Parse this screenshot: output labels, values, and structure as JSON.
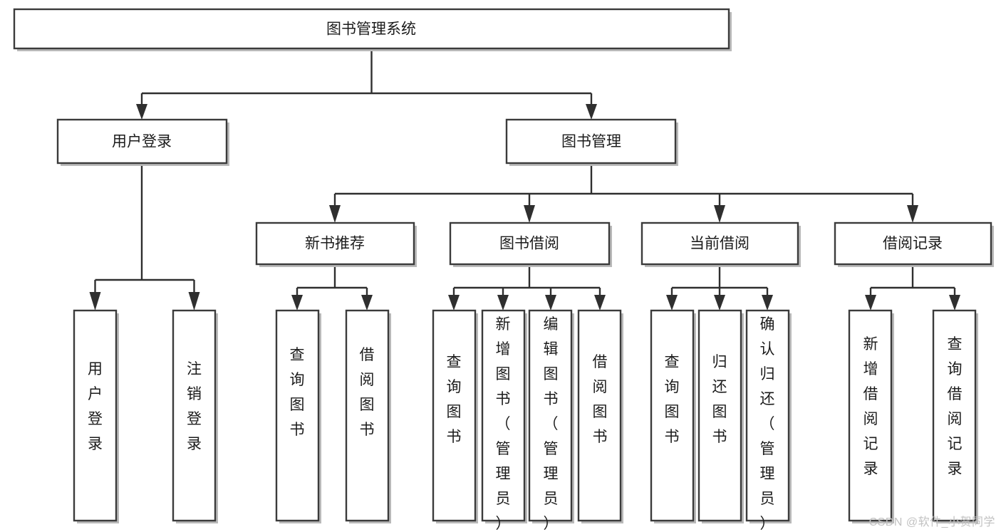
{
  "diagram": {
    "type": "tree-hierarchy",
    "title": "图书管理系统",
    "watermark": "CSDN @软件_小贺同学",
    "colors": {
      "box_stroke": "#3b3b3b",
      "box_fill": "#ffffff",
      "connector": "#2f2f2f",
      "text": "#1b1b1b",
      "watermark": "#c2c2c2",
      "background": "#ffffff"
    },
    "levels": [
      {
        "level": 1,
        "nodes": [
          {
            "id": "root",
            "label": "图书管理系统",
            "orientation": "horizontal"
          }
        ]
      },
      {
        "level": 2,
        "nodes": [
          {
            "id": "user-login",
            "label": "用户登录",
            "orientation": "horizontal",
            "parent": "root"
          },
          {
            "id": "book-manage",
            "label": "图书管理",
            "orientation": "horizontal",
            "parent": "root"
          }
        ]
      },
      {
        "level": 3,
        "nodes": [
          {
            "id": "new-book-recommend",
            "label": "新书推荐",
            "orientation": "horizontal",
            "parent": "book-manage"
          },
          {
            "id": "book-borrow",
            "label": "图书借阅",
            "orientation": "horizontal",
            "parent": "book-manage"
          },
          {
            "id": "current-borrow",
            "label": "当前借阅",
            "orientation": "horizontal",
            "parent": "book-manage"
          },
          {
            "id": "borrow-record",
            "label": "借阅记录",
            "orientation": "horizontal",
            "parent": "book-manage"
          }
        ]
      },
      {
        "level": 4,
        "nodes": [
          {
            "id": "leaf-user-login",
            "label": "用户登录",
            "orientation": "vertical",
            "parent": "user-login",
            "align": "bottom"
          },
          {
            "id": "leaf-logout-login",
            "label": "注销登录",
            "orientation": "vertical",
            "parent": "user-login",
            "align": "bottom"
          },
          {
            "id": "leaf-query-book-1",
            "label": "查询图书",
            "orientation": "vertical",
            "parent": "new-book-recommend",
            "align": "middle"
          },
          {
            "id": "leaf-borrow-book-1",
            "label": "借阅图书",
            "orientation": "vertical",
            "parent": "new-book-recommend",
            "align": "middle"
          },
          {
            "id": "leaf-query-book-2",
            "label": "查询图书",
            "orientation": "vertical",
            "parent": "book-borrow",
            "align": "middle"
          },
          {
            "id": "leaf-add-book",
            "label": "新增图书（管理员）",
            "orientation": "vertical",
            "parent": "book-borrow",
            "align": "top"
          },
          {
            "id": "leaf-edit-book",
            "label": "编辑图书（管理员）",
            "orientation": "vertical",
            "parent": "book-borrow",
            "align": "top"
          },
          {
            "id": "leaf-borrow-book-2",
            "label": "借阅图书",
            "orientation": "vertical",
            "parent": "book-borrow",
            "align": "middle"
          },
          {
            "id": "leaf-query-book-3",
            "label": "查询图书",
            "orientation": "vertical",
            "parent": "current-borrow",
            "align": "middle"
          },
          {
            "id": "leaf-return-book",
            "label": "归还图书",
            "orientation": "vertical",
            "parent": "current-borrow",
            "align": "middle"
          },
          {
            "id": "leaf-confirm-return",
            "label": "确认归还（管理员）",
            "orientation": "vertical",
            "parent": "current-borrow",
            "align": "top"
          },
          {
            "id": "leaf-add-record",
            "label": "新增借阅记录",
            "orientation": "vertical",
            "parent": "borrow-record",
            "align": "middle"
          },
          {
            "id": "leaf-query-record",
            "label": "查询借阅记录",
            "orientation": "vertical",
            "parent": "borrow-record",
            "align": "middle"
          }
        ]
      }
    ]
  }
}
